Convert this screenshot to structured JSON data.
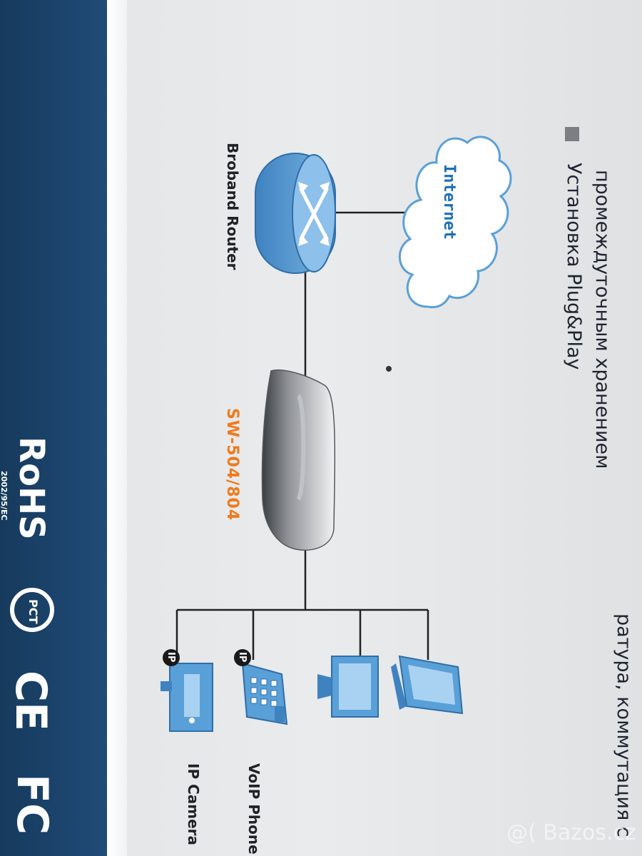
{
  "text": {
    "line_top": "промеждуточным хранением",
    "bullet_text": "Установка Plug&Play",
    "cut_text": "ратура, коммутация с"
  },
  "nodes": {
    "internet": "Internet",
    "router": "Broband Router",
    "switch": "SW-504/804",
    "voip": "VoIP Phone",
    "ipcam": "IP Camera",
    "ip_badge": "IP"
  },
  "certs": {
    "rohs": "RoHS",
    "rohs_sub": "2002/95/EC",
    "pct": "PCT",
    "ce": "CE",
    "fc": "FC"
  },
  "watermark": "@( Bazos.cz",
  "colors": {
    "band": "#1d4670",
    "accent_orange": "#f07a1c",
    "internet_text": "#1d6fb8",
    "device_blue": "#5aa0d8"
  }
}
